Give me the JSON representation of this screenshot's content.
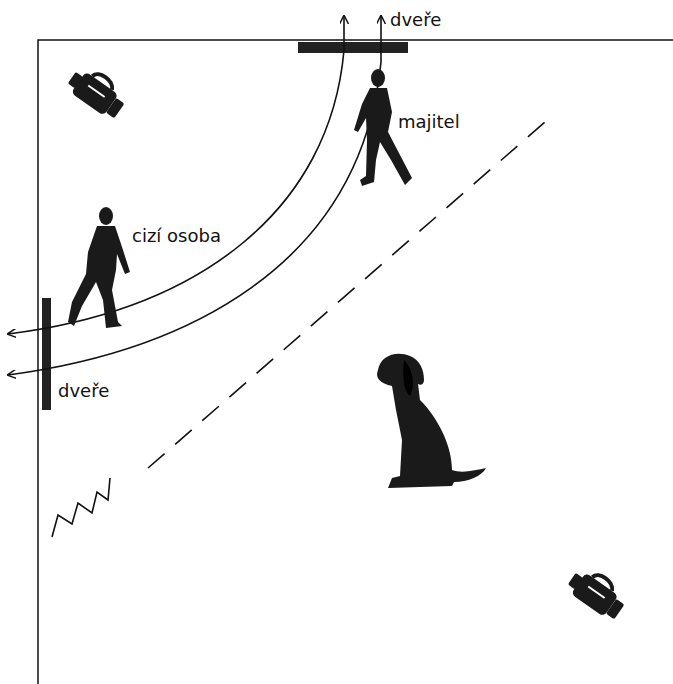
{
  "diagram": {
    "labels": [
      "dveře",
      "majitel",
      "cizí osoba",
      "dveře"
    ]
  }
}
